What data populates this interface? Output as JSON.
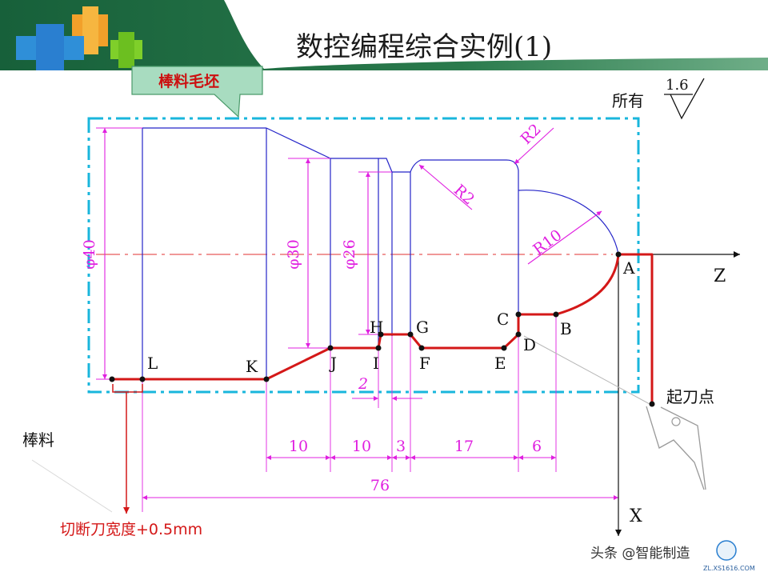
{
  "header": {
    "title": "数控编程综合实例(1)"
  },
  "callout": {
    "label": "棒料毛坯"
  },
  "roughness": {
    "prefix": "所有",
    "value": "1.6"
  },
  "diagram": {
    "point_labels": [
      "A",
      "B",
      "C",
      "D",
      "E",
      "F",
      "G",
      "H",
      "I",
      "J",
      "K",
      "L"
    ],
    "axis_z": "Z",
    "axis_x": "X",
    "diameter_labels": [
      "φ40",
      "φ30",
      "φ26"
    ],
    "radius_labels": [
      "R2",
      "R2",
      "R10"
    ],
    "length_labels": [
      "10",
      "10",
      "3",
      "17",
      "6"
    ],
    "total_length": "76",
    "groove_width": "2",
    "start_point_label": "起刀点",
    "stock_label": "棒料",
    "cutoff_note": "切断刀宽度+0.5mm"
  },
  "watermark": {
    "text": "头条 @智能制造",
    "site": "ZL.XS1616.COM"
  },
  "colors": {
    "header_green": "#1f6b3e",
    "frame": "#19b6dc",
    "part_outline": "#2424c8",
    "tool_path": "#d41818",
    "dimension": "#e020e0",
    "center_line": "#e03030",
    "callout_fill": "#a8dcc0"
  }
}
